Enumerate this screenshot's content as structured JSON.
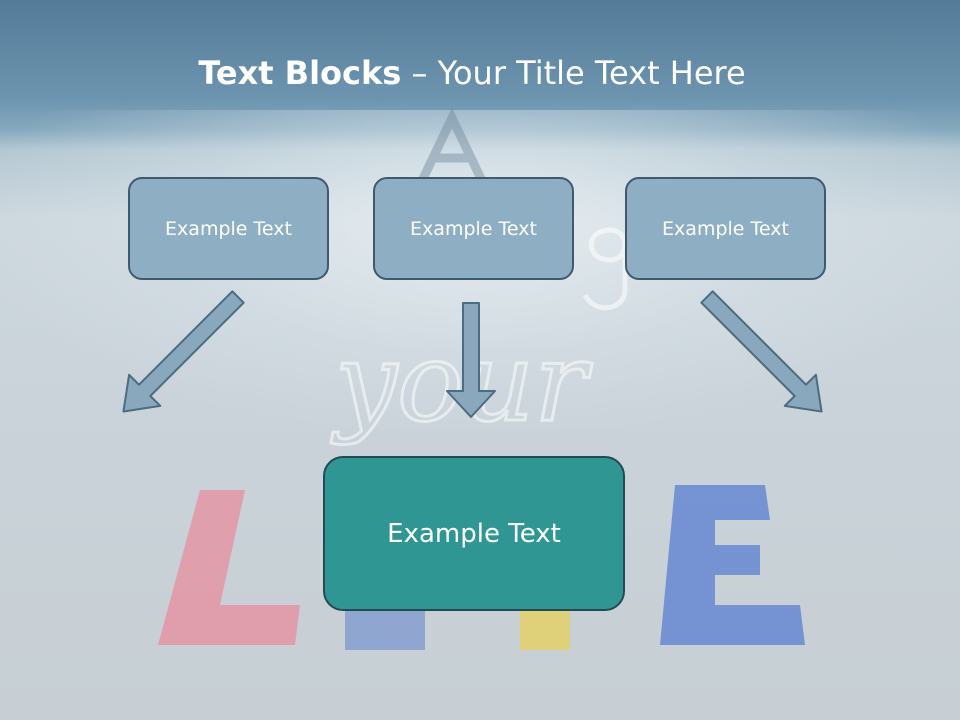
{
  "title": {
    "bold": "Text Blocks",
    "dash": " – ",
    "rest": "Your Title Text Here"
  },
  "blocks": [
    {
      "label": "Example Text"
    },
    {
      "label": "Example Text"
    },
    {
      "label": "Example Text"
    }
  ],
  "center_block": {
    "label": "Example Text"
  },
  "colors": {
    "box_fill": "#8eaec4",
    "box_border": "#3f5a6f",
    "center_fill": "#2f9694",
    "arrow_fill": "#8aa8bd",
    "arrow_stroke": "#4c6c82"
  },
  "background": {
    "word": "your",
    "letters": [
      "L",
      "I",
      "F",
      "E"
    ]
  }
}
